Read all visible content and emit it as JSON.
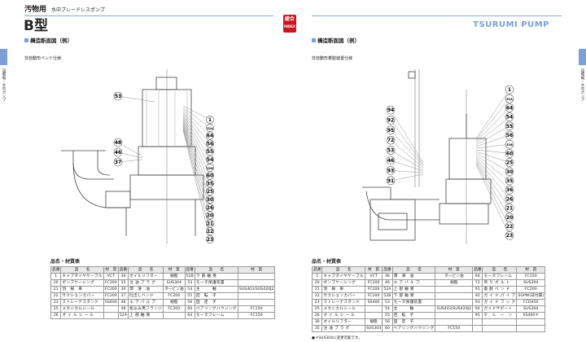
{
  "header": {
    "category": "汚物用",
    "subtitle": "水中ブレードレスポンプ",
    "title": "B型",
    "badge_top": "総合",
    "badge_bottom": "INDEX",
    "brand": "TSURUMI PUMP",
    "side_tab": "設備編・水中ポンプ"
  },
  "left": {
    "section": "構造断面図（例）",
    "variant": "非自動形ベンド仕様",
    "callouts_right": [
      "1",
      "52A",
      "64",
      "56",
      "55",
      "54",
      "52B",
      "60",
      "35",
      "25",
      "30",
      "26",
      "20",
      "21",
      "22",
      "23"
    ],
    "callouts_left": [
      "53",
      "48",
      "46",
      "37"
    ],
    "table_title": "品名・材質表",
    "headers": [
      "品番",
      "品　　名",
      "材　質"
    ],
    "rows": [
      [
        [
          "1",
          "キャブタイヤケーブル",
          "VCT"
        ],
        [
          "30",
          "オイルリフター",
          "樹脂"
        ],
        [
          "52B",
          "下 部 軸 受",
          ""
        ]
      ],
      [
        [
          "20",
          "ポンプケーシング",
          "FC200"
        ],
        [
          "35",
          "注 油 プ ラ グ",
          "SUS304"
        ],
        [
          "53",
          "モータ保護装置",
          ""
        ]
      ],
      [
        [
          "21",
          "羽　根　車",
          "FC200"
        ],
        [
          "36",
          "潤　滑　油",
          "タービン油"
        ],
        [
          "54",
          "主　　　軸",
          "SUS403/SUS420J2"
        ]
      ],
      [
        [
          "22",
          "サクションカバー",
          "FC200"
        ],
        [
          "37",
          "吐出しベンド",
          "FC200"
        ],
        [
          "55",
          "回　転　子",
          ""
        ]
      ],
      [
        [
          "23",
          "ストレーナスタンド",
          "SS400"
        ],
        [
          "46",
          "エ ア バ ル ブ",
          "樹脂"
        ],
        [
          "56",
          "固　定　子",
          ""
        ]
      ],
      [
        [
          "25",
          "メカニカルシール",
          ""
        ],
        [
          "48",
          "松込み用フランジ",
          "FC200"
        ],
        [
          "60",
          "ベアリングハウジング",
          "FC150"
        ]
      ],
      [
        [
          "26",
          "オ イ ル シ ー ル",
          ""
        ],
        [
          "52A",
          "上 部 軸 受",
          ""
        ],
        [
          "64",
          "モータフレーム",
          "FC150"
        ]
      ]
    ]
  },
  "right": {
    "section": "構造断面図（例）",
    "variant": "非自動形着脱装置仕様",
    "callouts_right": [
      "1",
      "52A",
      "64",
      "54",
      "55",
      "56",
      "52B",
      "60",
      "25",
      "30",
      "35",
      "36",
      "26",
      "21",
      "20",
      "22",
      "23"
    ],
    "callouts_left": [
      "94",
      "92",
      "95",
      "72",
      "53",
      "46",
      "93",
      "91"
    ],
    "table_title": "品名・材質表",
    "headers": [
      "品番",
      "品　　名",
      "材　質"
    ],
    "rows": [
      [
        [
          "1",
          "キャブタイヤケーブル",
          "VCT"
        ],
        [
          "36",
          "潤　滑　油",
          "タービン油"
        ],
        [
          "64",
          "モータフレーム",
          "FC150"
        ]
      ],
      [
        [
          "20",
          "ポンプケーシング",
          "FC200"
        ],
        [
          "46",
          "エ ア バ ル ブ",
          "樹脂"
        ],
        [
          "72",
          "吊 り ボ ル ト",
          "SUS304"
        ]
      ],
      [
        [
          "21",
          "羽　根　車",
          "FC200"
        ],
        [
          "52A",
          "上 部 軸 受",
          ""
        ],
        [
          "91",
          "着 脱 ベ ン ド",
          "FC200"
        ]
      ],
      [
        [
          "22",
          "サクションカバー",
          "FC200"
        ],
        [
          "52B",
          "下 部 軸 受",
          ""
        ],
        [
          "92",
          "ガ イ ド パ イ プ",
          "SGPW(非付属)"
        ]
      ],
      [
        [
          "23",
          "ストレーナスタンド",
          "SS400"
        ],
        [
          "53",
          "モータ保護装置",
          ""
        ],
        [
          "93",
          "ガ イ ド フ ッ ク",
          "FCD450"
        ]
      ],
      [
        [
          "25",
          "メカニカルシール",
          ""
        ],
        [
          "54",
          "主　　　軸",
          "SUS403/SUS420J2"
        ],
        [
          "94",
          "ガイドサポート",
          "SUS304"
        ]
      ],
      [
        [
          "26",
          "オ イ ル シ ー ル",
          ""
        ],
        [
          "55",
          "回　転　子",
          ""
        ],
        [
          "95",
          "チ　ェ　ー　ン",
          "SS400＊"
        ]
      ],
      [
        [
          "30",
          "オイルリフター",
          "樹脂"
        ],
        [
          "56",
          "固　定　子",
          ""
        ],
        [
          "",
          "",
          ""
        ]
      ],
      [
        [
          "35",
          "注 油 プ ラ グ",
          "SUS304"
        ],
        [
          "60",
          "ベアリングハウジング",
          "FC150"
        ],
        [
          "",
          "",
          ""
        ]
      ]
    ],
    "footnote": "●＊SUS304に変更可能です。"
  },
  "colors": {
    "accent": "#7b9fd6",
    "badge": "#c8161e"
  }
}
